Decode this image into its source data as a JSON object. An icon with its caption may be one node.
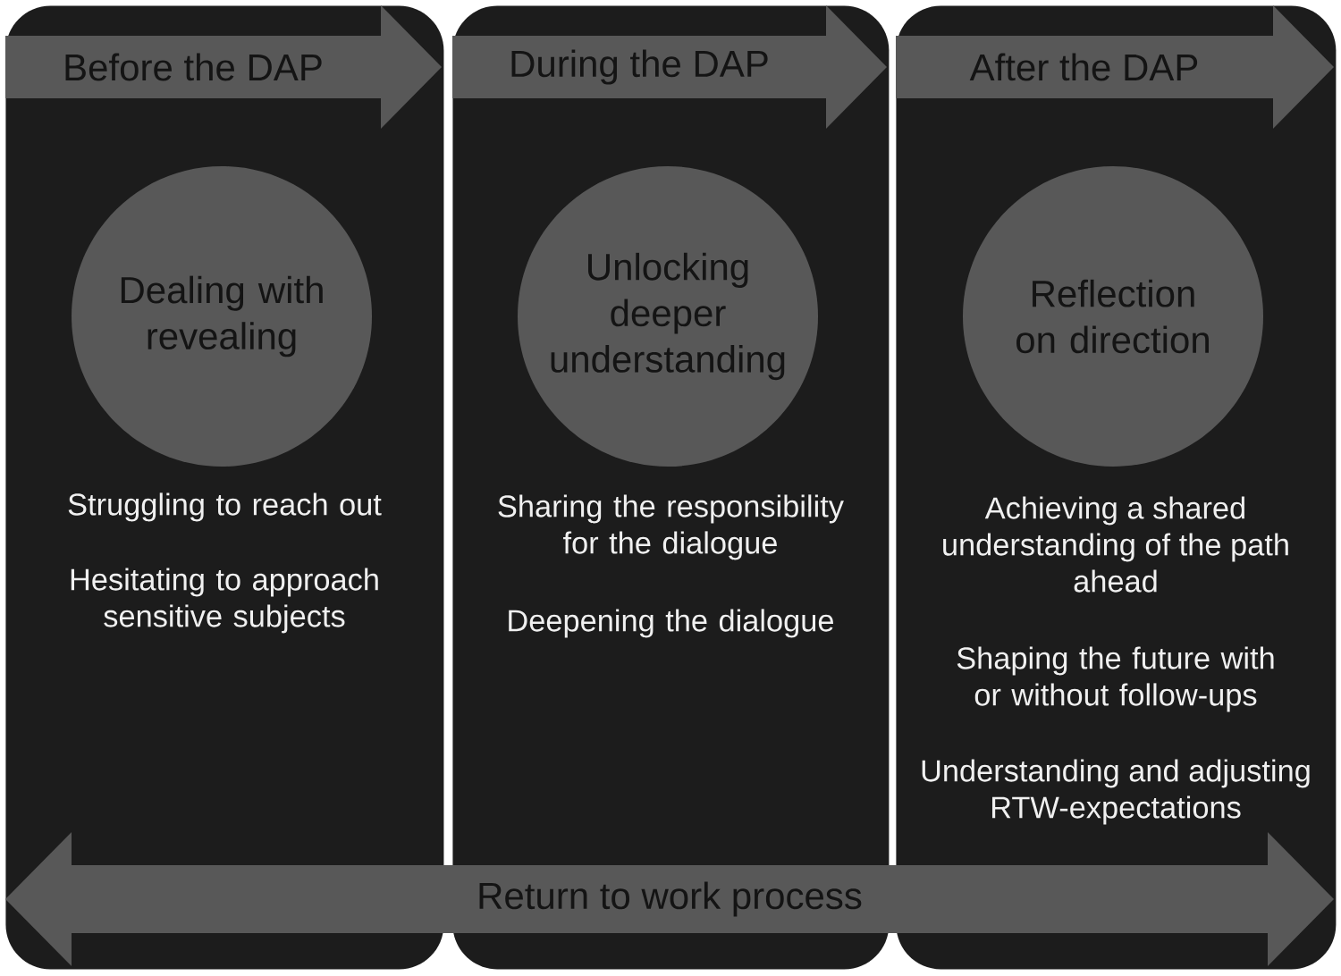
{
  "diagram": {
    "nodes": [
      {
        "text": [
          "Struggling to reach out",
          "Hesitating to approach sensitive subjects"
        ]
      },
      {
        "text": [
          "Before the DAP"
        ],
        "in": 0
      },
      {
        "text": [
          "Dealing with revealing"
        ],
        "in": 0
      },
      {
        "text": [
          "Sharing the responsibility for the dialogue",
          "Deepening the dialogue"
        ]
      },
      {
        "text": [
          "During the DAP"
        ],
        "in": 3
      },
      {
        "text": [
          "Unlocking deeper understanding"
        ],
        "in": 3
      },
      {
        "text": [
          "Achieving a shared understanding of the path ahead",
          "Shaping the future with or without follow-ups",
          "Understanding and adjusting RTW-expectations"
        ]
      },
      {
        "text": [
          "After the DAP"
        ],
        "in": 6
      },
      {
        "text": [
          "Reflection on direction"
        ],
        "in": 6
      },
      {
        "text": [
          "Return to work process"
        ]
      }
    ]
  }
}
